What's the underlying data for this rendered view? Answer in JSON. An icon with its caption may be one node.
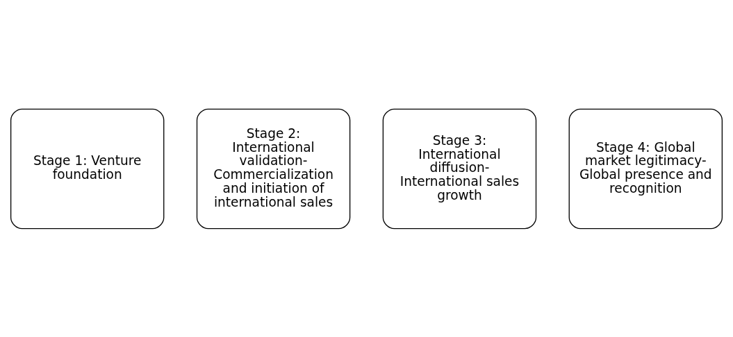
{
  "diagram": {
    "nodes": [
      {
        "text": [
          "Stage 1: Venture foundation"
        ]
      },
      {
        "text": [
          "Stage 2: International validation- Commercialization and initiation of international sales"
        ]
      },
      {
        "text": [
          "Stage 3: International diffusion- International sales growth"
        ]
      },
      {
        "text": [
          "Stage 4: Global market legitimacy- Global presence and recognition"
        ]
      }
    ]
  }
}
